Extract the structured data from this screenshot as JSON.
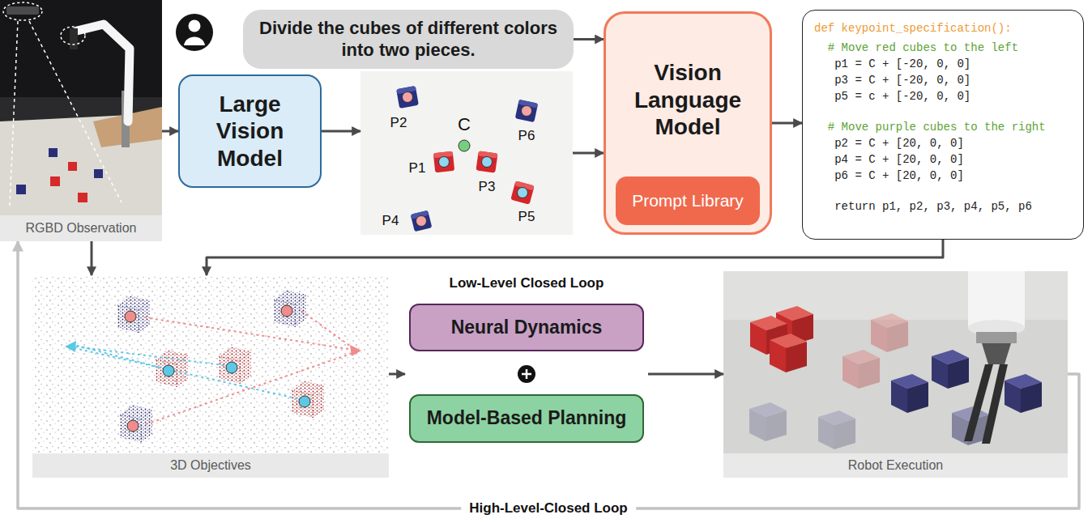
{
  "diagram": {
    "nodes": [
      {
        "text": [
          "RGBD Observation"
        ]
      },
      {
        "text": [
          "Divide the cubes of different colors into two pieces."
        ]
      },
      {
        "text": [
          "Large Vision Model"
        ]
      },
      {
        "text": [
          "P2",
          "C",
          "P6",
          "P1",
          "P3",
          "P4",
          "P5"
        ]
      },
      {
        "text": [
          "Vision Language Model"
        ]
      },
      {
        "text": [
          "Prompt Library"
        ],
        "in": 4
      },
      {
        "text": [
          "def keypoint_specification():",
          "# Move red cubes to the left",
          "p1 = C + [-20, 0, 0]",
          "p3 = C + [-20, 0, 0]",
          "p5 = c + [-20, 0, 0]",
          "# Move purple cubes to the right",
          "p2 = C + [20, 0, 0]",
          "p4 = C + [20, 0, 0]",
          "p6 = C + [20, 0, 0]",
          "return p1, p2, p3, p4, p5, p6"
        ]
      },
      {
        "text": [
          "3D Objectives"
        ]
      },
      {
        "text": [
          "Low-Level Closed Loop"
        ]
      },
      {
        "text": [
          "Neural Dynamics"
        ],
        "in": 8
      },
      {
        "text": [
          "Model-Based Planning"
        ],
        "in": 8
      },
      {
        "text": [
          "Robot Execution"
        ]
      }
    ],
    "edges": [
      {
        "from": 0,
        "to": 2,
        "arrow": "to"
      },
      {
        "from": 1,
        "to": 4,
        "arrow": "to"
      },
      {
        "from": 2,
        "to": 3,
        "arrow": "to"
      },
      {
        "from": 3,
        "to": 4,
        "arrow": "to"
      },
      {
        "from": 4,
        "to": 6,
        "arrow": "to"
      },
      {
        "from": 0,
        "to": 7,
        "arrow": "to"
      },
      {
        "from": 6,
        "to": 7,
        "arrow": "to"
      },
      {
        "from": 7,
        "to": 8,
        "arrow": "to"
      },
      {
        "from": 8,
        "to": 11,
        "arrow": "to"
      },
      {
        "from": 11,
        "to": 0,
        "arrow": "to",
        "label": "High-Level-Closed Loop"
      }
    ]
  }
}
